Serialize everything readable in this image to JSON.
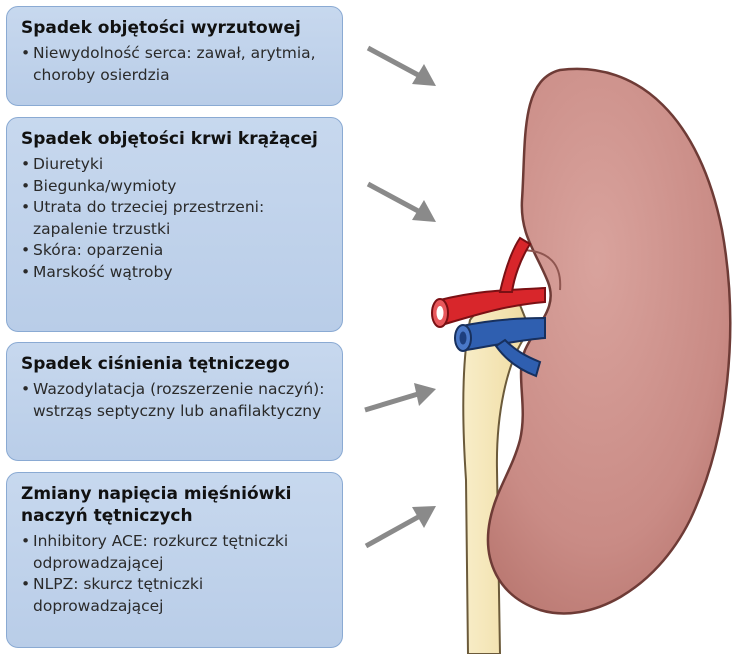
{
  "boxes": [
    {
      "title": "Spadek objętości wyrzutowej",
      "items": [
        "Niewydolność serca: zawał, arytmia, choroby osierdzia"
      ]
    },
    {
      "title": "Spadek objętości krwi krążącej",
      "items": [
        "Diuretyki",
        "Biegunka/wymioty",
        "Utrata do trzeciej przestrzeni: zapalenie trzustki",
        "Skóra: oparzenia",
        "Marskość wątroby"
      ]
    },
    {
      "title": "Spadek ciśnienia tętniczego",
      "items": [
        "Wazodylatacja (rozszerzenie naczyń): wstrząs septyczny lub anafilaktyczny"
      ]
    },
    {
      "title": "Zmiany napięcia mięśniówki naczyń tętniczych",
      "items": [
        "Inhibitory ACE: rozkurcz tętniczki odprowadzającej",
        "NLPZ: skurcz tętniczki doprowadzającej"
      ]
    }
  ],
  "colors": {
    "box_fill": "#bdd0ea",
    "box_border": "#8aaad3",
    "kidney": "#c98b85",
    "artery": "#d8262b",
    "vein": "#2f5fb0",
    "ureter": "#f6e7b8",
    "arrow": "#8a8a8a"
  }
}
